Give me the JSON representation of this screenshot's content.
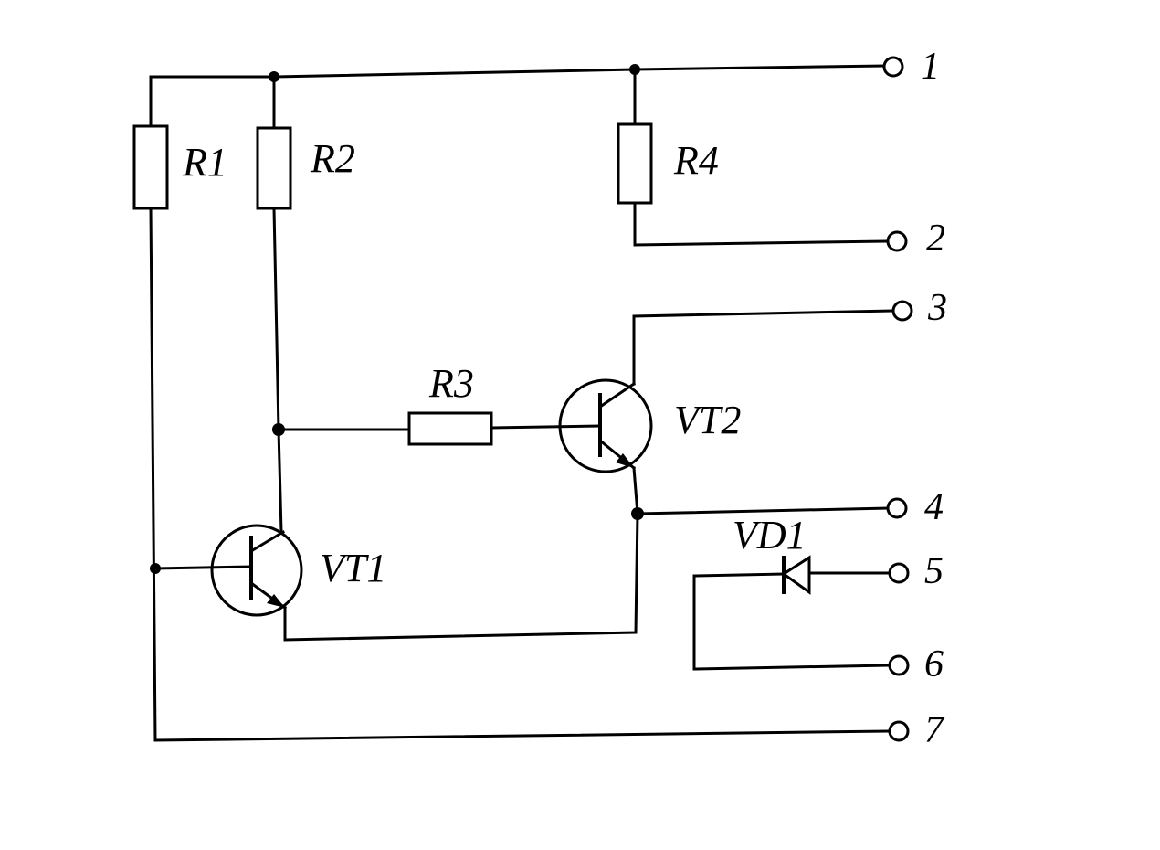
{
  "components": {
    "r1": "R1",
    "r2": "R2",
    "r3": "R3",
    "r4": "R4",
    "vt1": "VT1",
    "vt2": "VT2",
    "vd1": "VD1"
  },
  "terminals": [
    "1",
    "2",
    "3",
    "4",
    "5",
    "6",
    "7"
  ]
}
